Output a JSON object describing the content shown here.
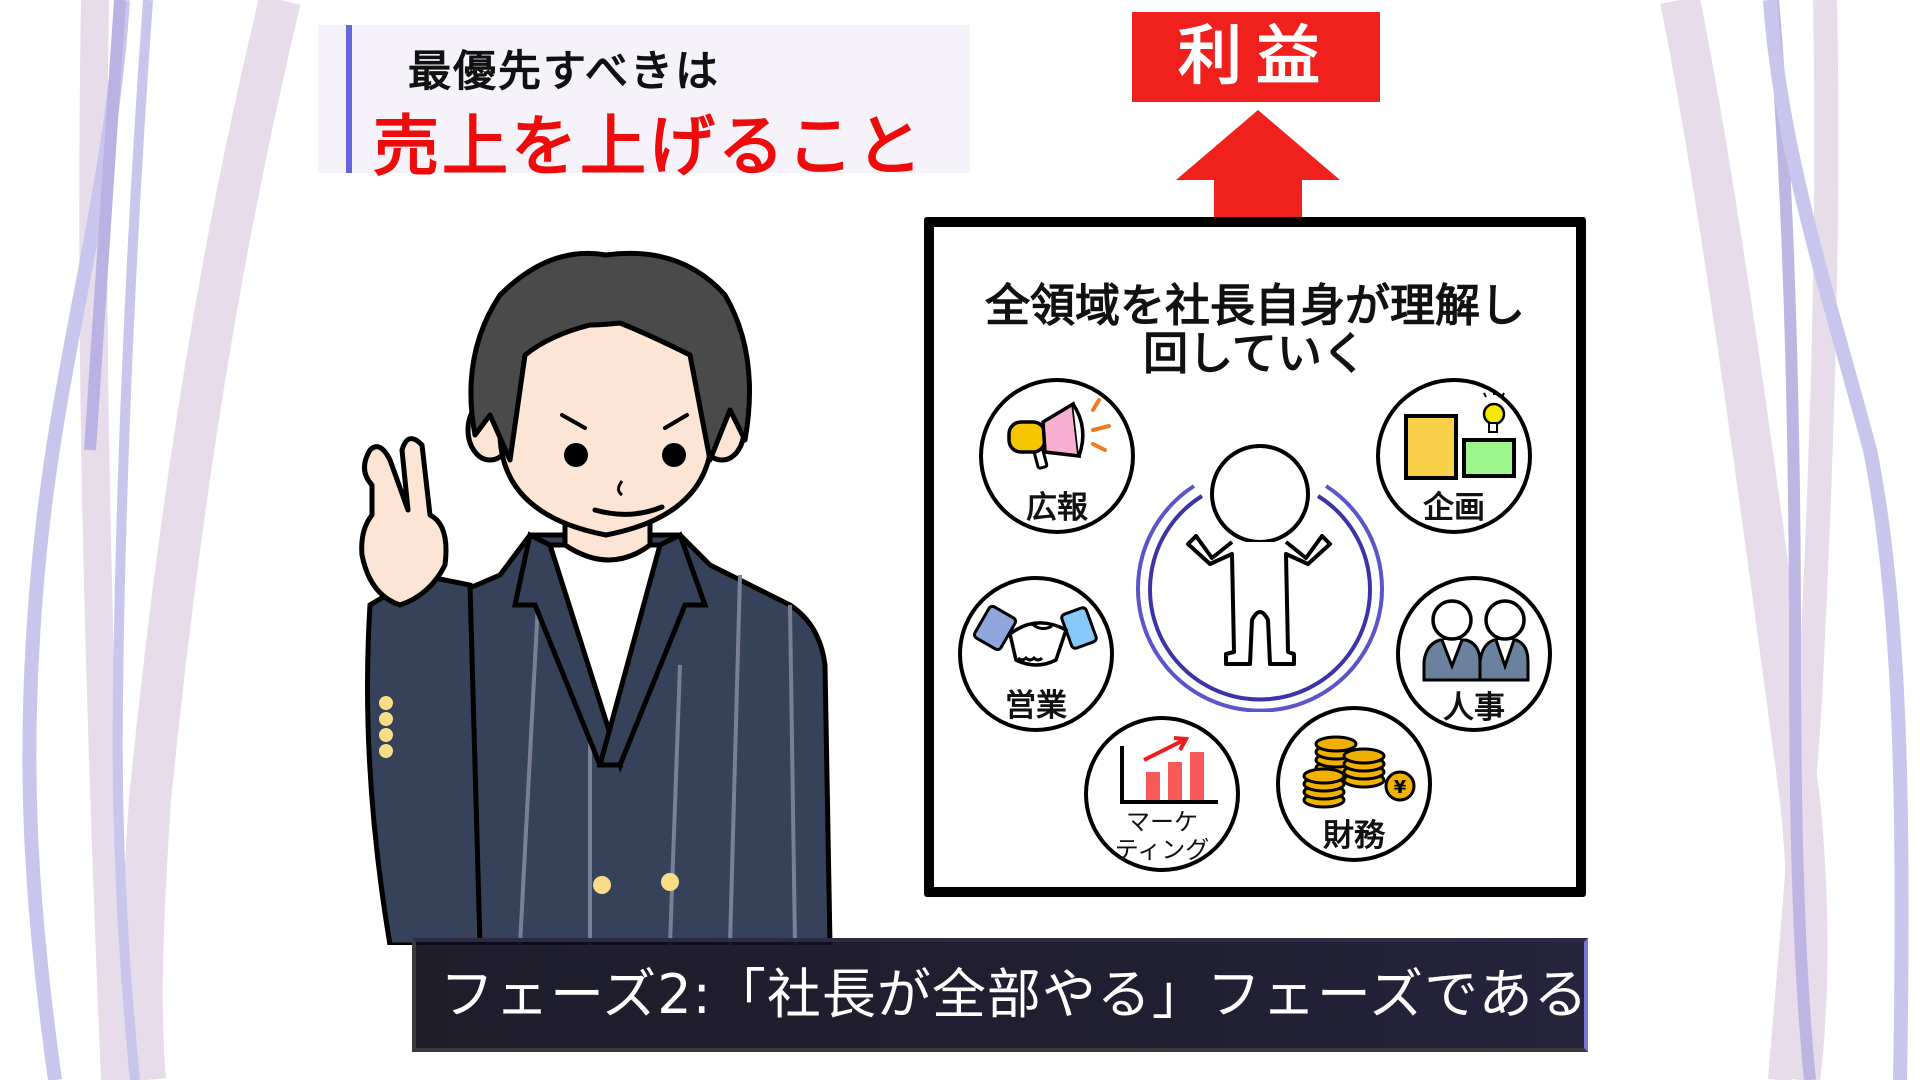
{
  "headline": {
    "line1": "最優先すべきは",
    "line2": "売上を上げること",
    "accent_color": "#6565dd",
    "emphasis_color": "#ee0b0b"
  },
  "profit": {
    "label": "利益",
    "color": "#f0201c",
    "arrow_icon": "up-arrow-icon"
  },
  "board": {
    "title_line1": "全領域を社長自身が理解し",
    "title_line2": "回していく",
    "center_icon": "person-icon",
    "departments": [
      {
        "label": "広報",
        "icon": "megaphone-icon"
      },
      {
        "label": "企画",
        "icon": "idea-board-icon"
      },
      {
        "label": "営業",
        "icon": "handshake-icon"
      },
      {
        "label": "人事",
        "icon": "people-icon"
      },
      {
        "label": "マーケ\nティング",
        "label_line1": "マーケ",
        "label_line2": "ティング",
        "icon": "bar-chart-icon"
      },
      {
        "label": "財務",
        "icon": "coins-yen-icon"
      }
    ]
  },
  "character": {
    "description": "businessman in pinstripe suit making peace sign",
    "suit_color": "#36415a",
    "stripe_color": "#7a7f98",
    "button_color": "#f8dc86"
  },
  "caption": {
    "text": "フェーズ2:「社長が全部やる」フェーズである"
  }
}
